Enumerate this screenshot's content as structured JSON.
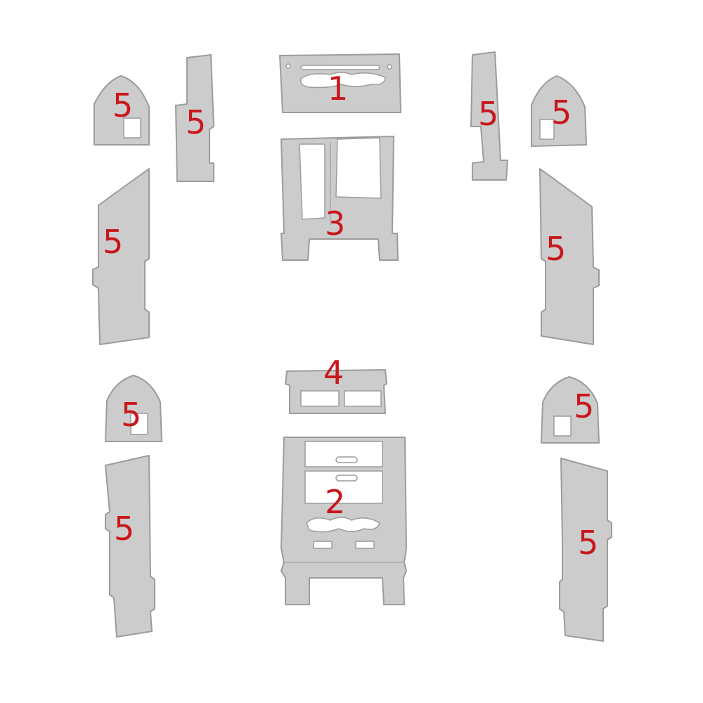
{
  "colors": {
    "panel_fill": "#cdcccc",
    "panel_outline": "#9c9c9c",
    "number_color": "#c8171c",
    "background": "#ffffff"
  },
  "parts": {
    "part_1": "1",
    "part_2": "2",
    "part_3": "3",
    "part_4": "4",
    "door_upper_left_trim": "5",
    "door_upper_left_pillar": "5",
    "door_upper_left_panel": "5",
    "door_upper_right_pillar": "5",
    "door_upper_right_trim": "5",
    "door_upper_right_panel": "5",
    "door_lower_left_trim": "5",
    "door_lower_left_panel": "5",
    "door_lower_right_trim": "5",
    "door_lower_right_panel": "5"
  }
}
